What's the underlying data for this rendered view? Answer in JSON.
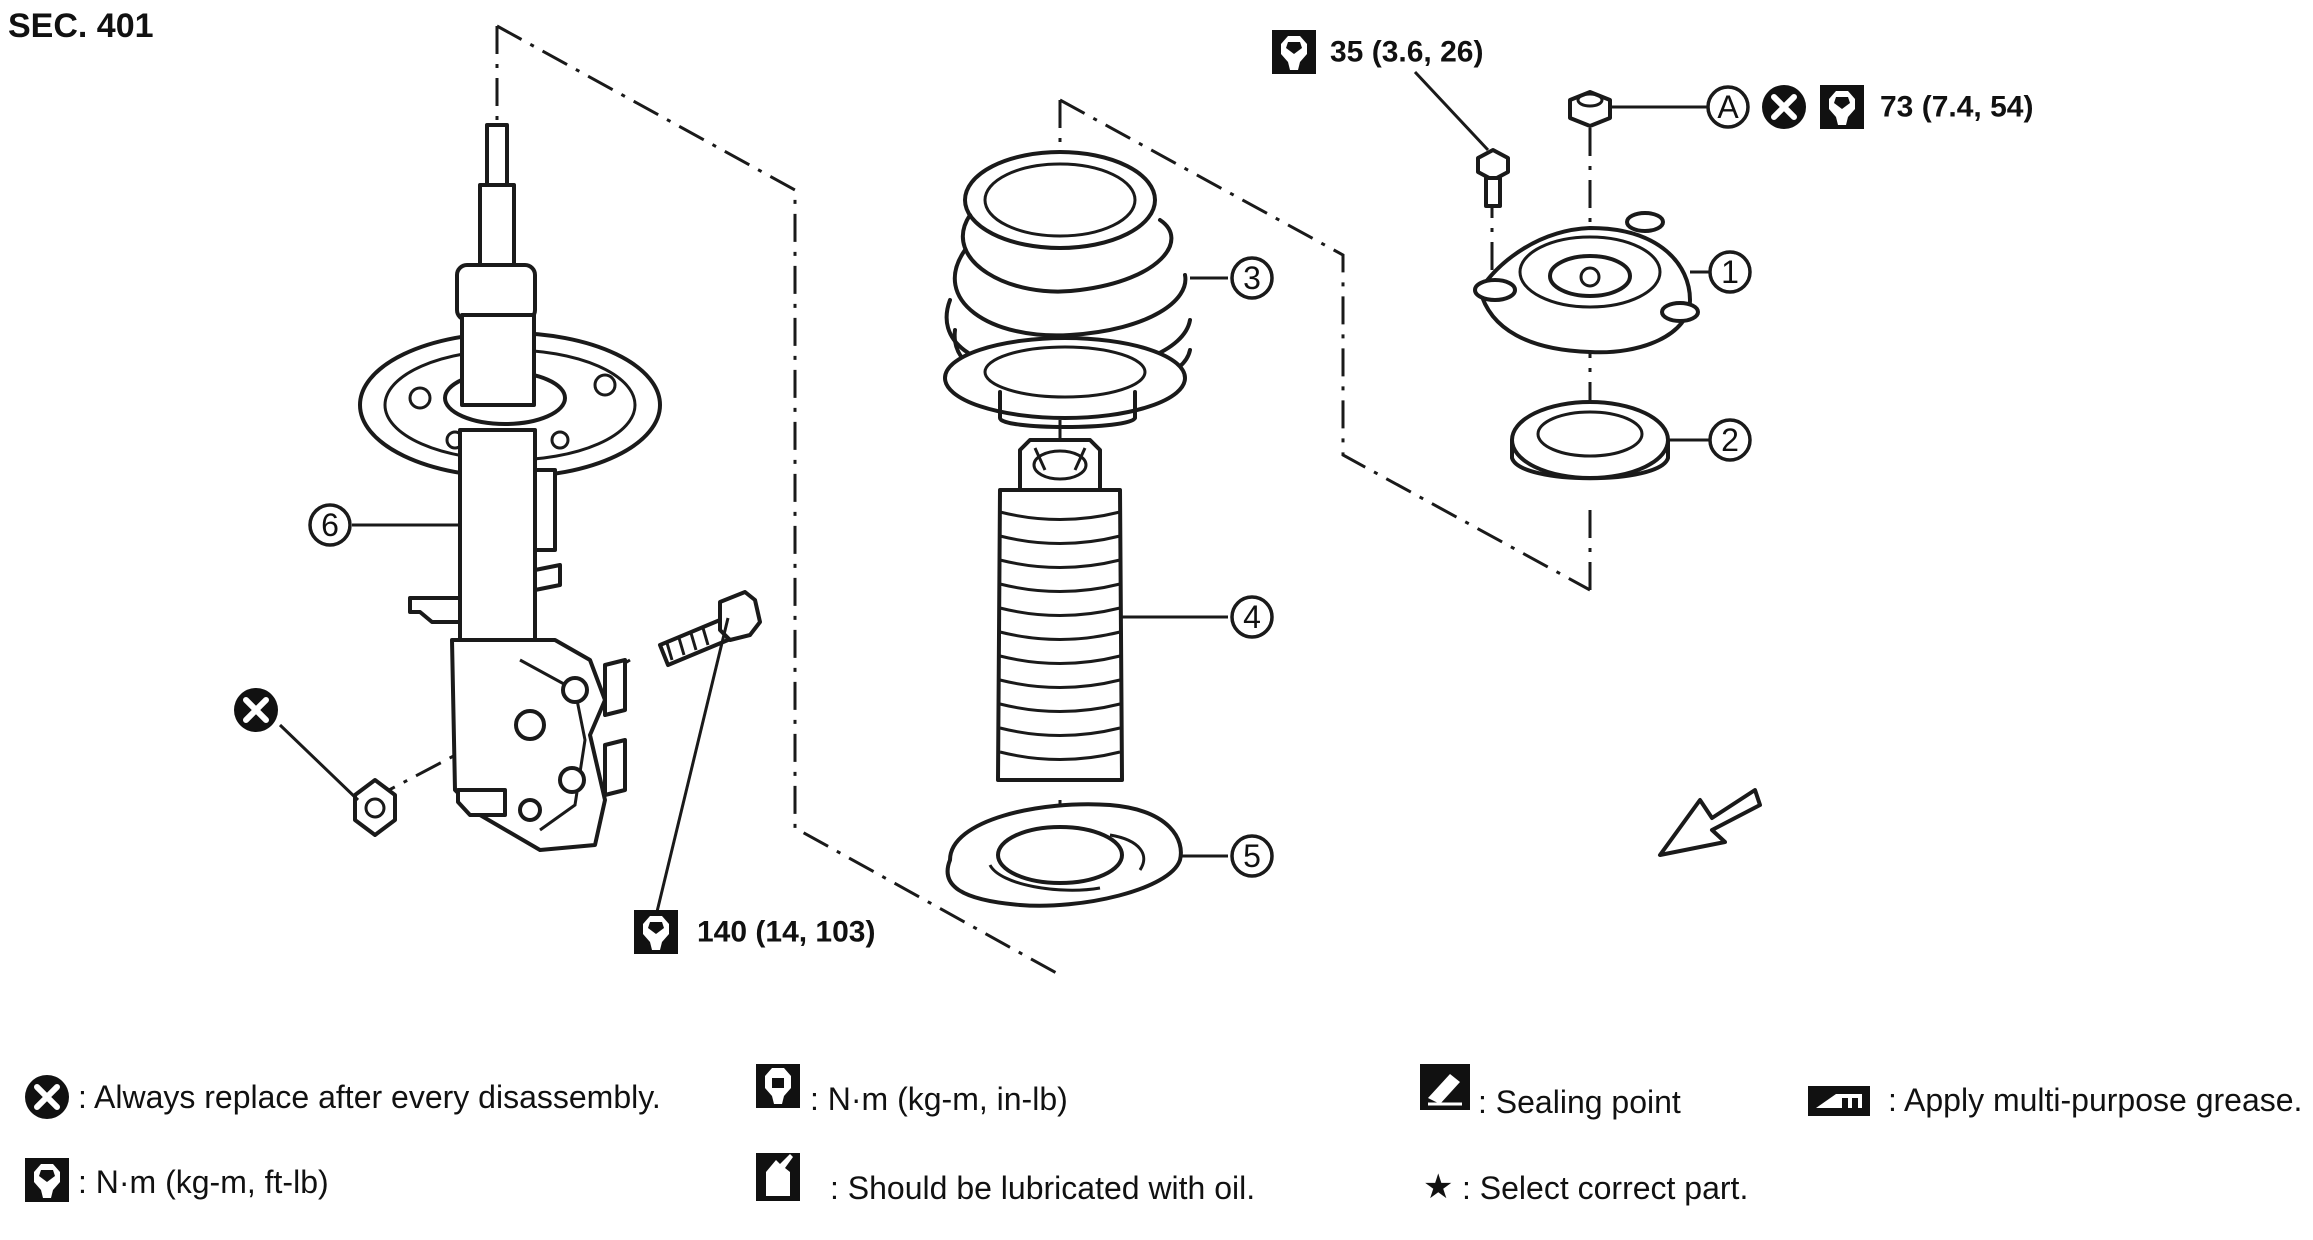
{
  "section": "SEC. 401",
  "callouts": [
    "1",
    "2",
    "3",
    "4",
    "5",
    "6",
    "A"
  ],
  "torques": {
    "upper_bolt": "35 (3.6, 26)",
    "top_nut": "73 (7.4, 54)",
    "knuckle_bolt": "140 (14, 103)"
  },
  "legend": {
    "replace": ": Always replace after every disassembly.",
    "torque_ft": ": N·m (kg-m, ft-lb)",
    "torque_in": ": N·m (kg-m, in-lb)",
    "oil": ": Should be lubricated with oil.",
    "sealing": ": Sealing point",
    "select": ": Select correct part.",
    "grease": ": Apply multi-purpose grease."
  },
  "icons": [
    "replace-x-icon",
    "wrench-torque-icon",
    "wrench-torque-in-icon",
    "oil-can-icon",
    "sealing-icon",
    "star-icon",
    "grease-gun-icon",
    "front-direction-arrow-icon"
  ]
}
